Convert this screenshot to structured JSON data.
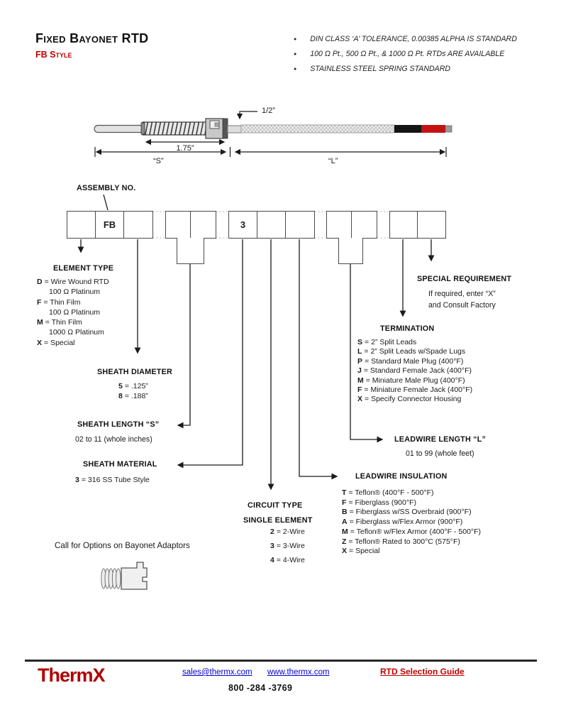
{
  "header": {
    "title": "Fixed Bayonet RTD",
    "subtitle": "FB Style",
    "bullets": [
      "DIN CLASS ‘A’ TOLERANCE, 0.00385 ALPHA IS STANDARD",
      "100 Ω Pt., 500 Ω Pt., & 1000 Ω Pt.  RTDs ARE AVAILABLE",
      "STAINLESS STEEL SPRING STANDARD"
    ]
  },
  "diagram": {
    "dim_half": "1/2”",
    "dim_spring": "1.75”",
    "dim_s": "“S”",
    "dim_l": "“L”"
  },
  "assembly": {
    "label": "ASSEMBLY NO.",
    "g1": [
      "",
      "FB",
      ""
    ],
    "g2": [
      "",
      ""
    ],
    "g3": [
      "3",
      "",
      ""
    ],
    "g4": [
      "",
      ""
    ],
    "g5": [
      "",
      ""
    ]
  },
  "sections": {
    "element_type": {
      "heading": "ELEMENT TYPE",
      "items": [
        {
          "c": "D",
          "t": "= Wire Wound RTD"
        },
        {
          "c": "",
          "t": "100 Ω Platinum",
          "cls": "indent"
        },
        {
          "c": "F",
          "t": "= Thin Film"
        },
        {
          "c": "",
          "t": "100 Ω Platinum",
          "cls": "indent"
        },
        {
          "c": "M",
          "t": "= Thin Film"
        },
        {
          "c": "",
          "t": "1000 Ω Platinum",
          "cls": "indent"
        },
        {
          "c": "X",
          "t": "= Special"
        }
      ]
    },
    "sheath_diameter": {
      "heading": "SHEATH DIAMETER",
      "items": [
        {
          "c": "5",
          "t": "= .125”"
        },
        {
          "c": "8",
          "t": "= .188”"
        }
      ]
    },
    "sheath_length": {
      "heading": "SHEATH LENGTH “S”",
      "note": "02 to 11 (whole inches)"
    },
    "sheath_material": {
      "heading": "SHEATH MATERIAL",
      "items": [
        {
          "c": "3",
          "t": "= 316 SS Tube Style"
        }
      ]
    },
    "circuit_type": {
      "heading": "CIRCUIT TYPE",
      "subheading": "SINGLE ELEMENT",
      "items": [
        {
          "c": "2",
          "t": "= 2-Wire"
        },
        {
          "c": "3",
          "t": "= 3-Wire"
        },
        {
          "c": "4",
          "t": "= 4-Wire"
        }
      ]
    },
    "termination": {
      "heading": "TERMINATION",
      "items": [
        {
          "c": "S",
          "t": "= 2” Split Leads"
        },
        {
          "c": "L",
          "t": "= 2” Split Leads w/Spade Lugs"
        },
        {
          "c": "P",
          "t": "= Standard Male Plug (400°F)"
        },
        {
          "c": "J",
          "t": "= Standard Female Jack (400°F)"
        },
        {
          "c": "M",
          "t": "= Miniature Male Plug (400°F)"
        },
        {
          "c": "F",
          "t": "= Miniature Female Jack (400°F)"
        },
        {
          "c": "X",
          "t": "= Specify Connector Housing"
        }
      ]
    },
    "special_requirement": {
      "heading": "SPECIAL REQUIREMENT",
      "note1": "If required, enter “X”",
      "note2": "and Consult Factory"
    },
    "leadwire_length": {
      "heading": "LEADWIRE LENGTH “L”",
      "note": "01 to 99 (whole feet)"
    },
    "leadwire_insulation": {
      "heading": "LEADWIRE INSULATION",
      "items": [
        {
          "c": "T",
          "t": "= Teflon® (400°F - 500°F)"
        },
        {
          "c": "F",
          "t": "= Fiberglass (900°F)"
        },
        {
          "c": "B",
          "t": "= Fiberglass w/SS Overbraid (900°F)"
        },
        {
          "c": "A",
          "t": "= Fiberglass w/Flex Armor (900°F)"
        },
        {
          "c": "M",
          "t": "= Teflon® w/Flex Armor (400°F - 500°F)"
        },
        {
          "c": "Z",
          "t": "= Teflon® Rated to 300°C (575°F)"
        },
        {
          "c": "X",
          "t": "= Special"
        }
      ]
    }
  },
  "adaptor_note": "Call for Options on Bayonet Adaptors",
  "footer": {
    "brand": "ThermX",
    "email": "sales@thermx.com",
    "website": "www.thermx.com",
    "guide": "RTD Selection Guide",
    "phone": "800 -284 -3769"
  },
  "colors": {
    "accent_red": "#C00000",
    "link_blue": "#0000CC",
    "wire_red": "#C41212",
    "wire_black": "#151515"
  }
}
